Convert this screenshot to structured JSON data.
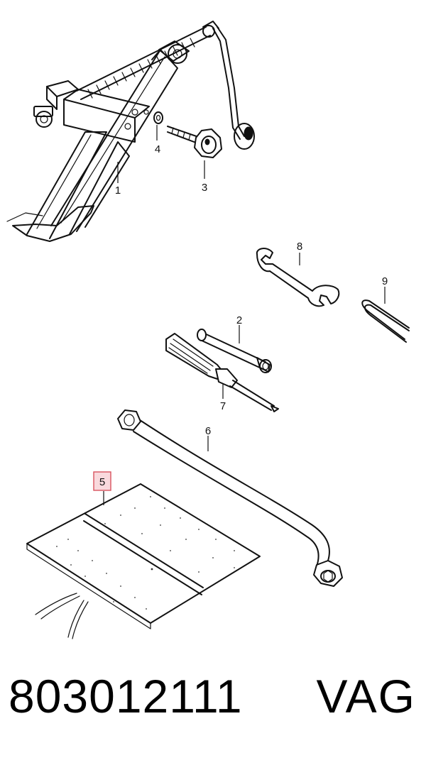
{
  "callouts": [
    {
      "id": "1",
      "label": "1"
    },
    {
      "id": "2",
      "label": "2"
    },
    {
      "id": "3",
      "label": "3"
    },
    {
      "id": "4",
      "label": "4"
    },
    {
      "id": "5",
      "label": "5",
      "highlighted": true
    },
    {
      "id": "6",
      "label": "6"
    },
    {
      "id": "7",
      "label": "7"
    },
    {
      "id": "8",
      "label": "8"
    },
    {
      "id": "9",
      "label": "9"
    }
  ],
  "footer": {
    "part_number": "803012111",
    "brand": "VAG"
  },
  "colors": {
    "line": "#111111",
    "highlight_fill": "#f9d9dd",
    "highlight_border": "#d9535f"
  }
}
